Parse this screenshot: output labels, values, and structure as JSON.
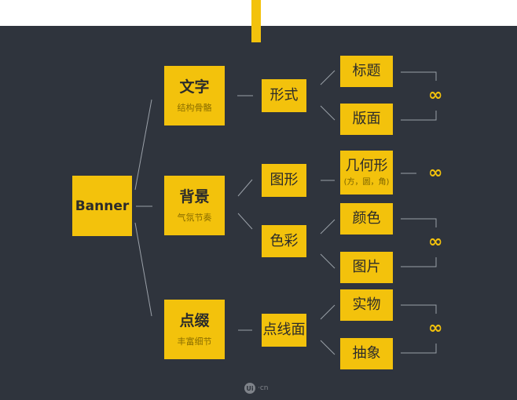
{
  "root": {
    "label": "Banner"
  },
  "level1": [
    {
      "title": "文字",
      "subtitle": "结构骨骼"
    },
    {
      "title": "背景",
      "subtitle": "气氛节奏"
    },
    {
      "title": "点缀",
      "subtitle": "丰富细节"
    }
  ],
  "level2": [
    "形式",
    "图形",
    "色彩",
    "点线面"
  ],
  "level3": [
    {
      "label": "标题"
    },
    {
      "label": "版面"
    },
    {
      "label": "几何形",
      "note": "(方，圆，角)"
    },
    {
      "label": "颜色"
    },
    {
      "label": "图片"
    },
    {
      "label": "实物"
    },
    {
      "label": "抽象"
    }
  ],
  "infinity": "∞",
  "watermark": {
    "mark": "Ui",
    "text": "·cn"
  },
  "colors": {
    "accent": "#f3c20c",
    "background": "#2f343d",
    "line": "#9aa0a8"
  }
}
